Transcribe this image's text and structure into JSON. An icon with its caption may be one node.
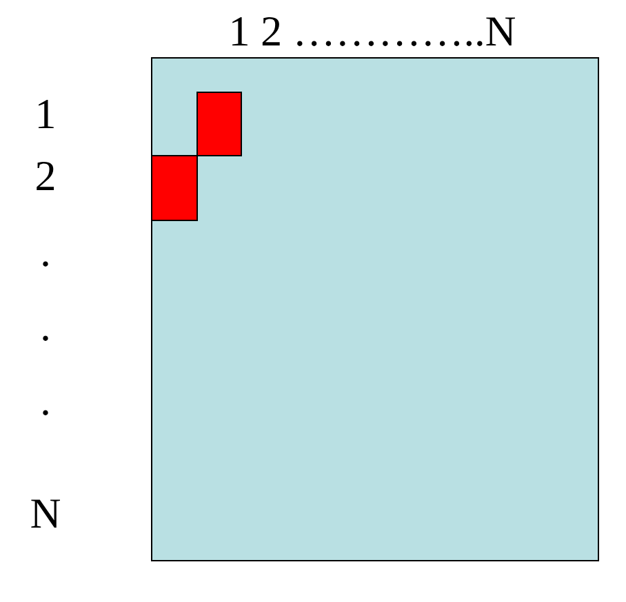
{
  "diagram": {
    "nodes": [
      {
        "text": [],
        "shape": "box"
      },
      {
        "text": [],
        "shape": "box",
        "in": 0
      },
      {
        "text": [],
        "shape": "box",
        "in": 0
      }
    ],
    "labels": [
      "1 2 …………..N",
      "1",
      "2",
      ".",
      ".",
      ".",
      "N"
    ]
  }
}
